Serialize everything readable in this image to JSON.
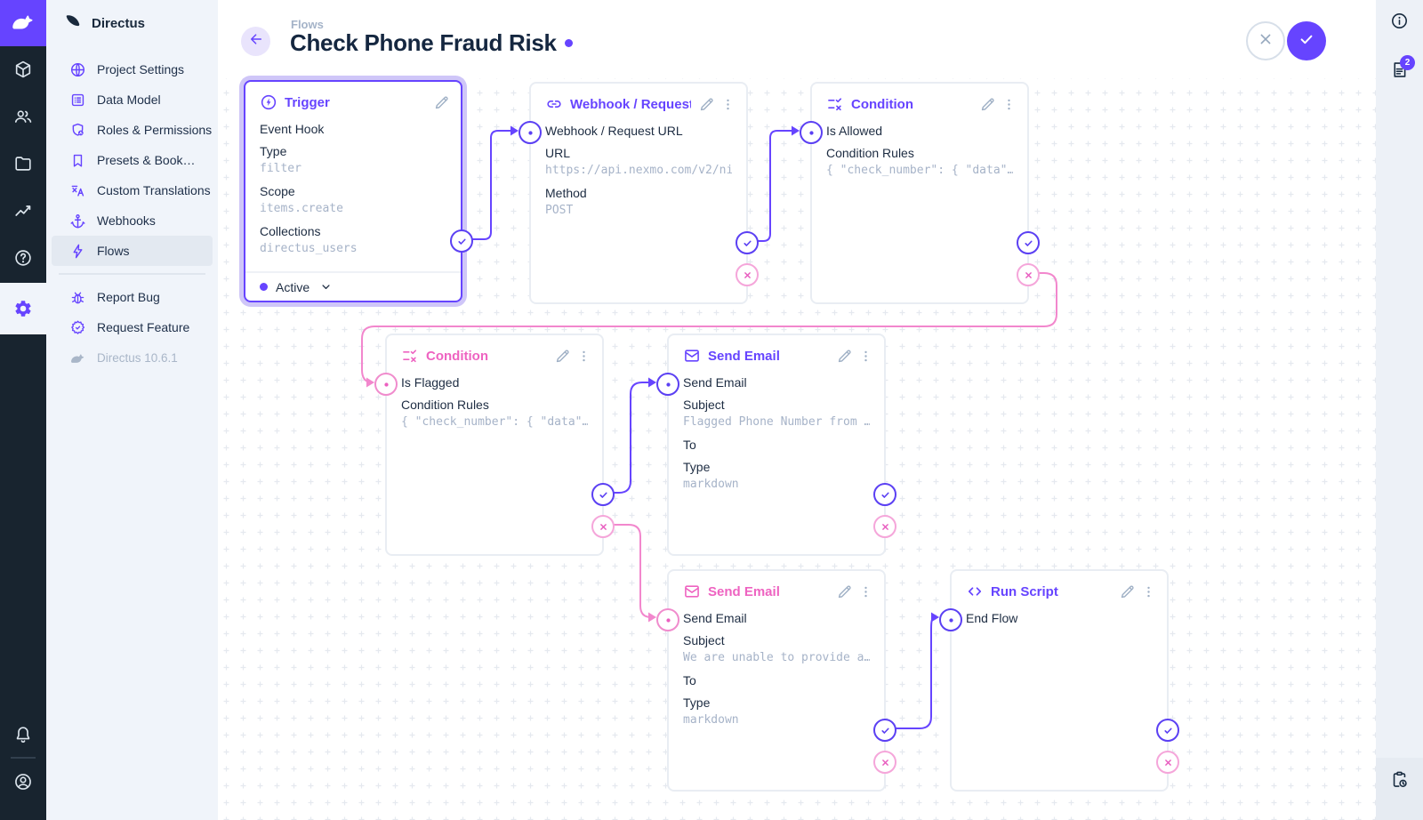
{
  "app": {
    "brand": "Directus",
    "version_label": "Directus 10.6.1"
  },
  "colors": {
    "accent": "#6644ff",
    "reject_pink": "#ee63c1",
    "module_bar_bg": "#18242f",
    "nav_bg": "#f0f4fa",
    "right_sidebar_bg": "#edf1f7",
    "canvas_bg": "#ffffff"
  },
  "nav": {
    "title": "Directus",
    "items": [
      {
        "label": "Project Settings",
        "icon": "globe-icon"
      },
      {
        "label": "Data Model",
        "icon": "list-alt-icon"
      },
      {
        "label": "Roles & Permissions",
        "icon": "shield-icon"
      },
      {
        "label": "Presets & Bookmarks",
        "icon": "bookmark-icon"
      },
      {
        "label": "Custom Translations",
        "icon": "translate-icon"
      },
      {
        "label": "Webhooks",
        "icon": "anchor-icon"
      },
      {
        "label": "Flows",
        "icon": "bolt-icon",
        "active": true
      }
    ],
    "secondary": [
      {
        "label": "Report Bug",
        "icon": "bug-icon"
      },
      {
        "label": "Request Feature",
        "icon": "seal-check-icon"
      }
    ],
    "version": "Directus 10.6.1"
  },
  "header": {
    "breadcrumb": "Flows",
    "title": "Check Phone Fraud Risk"
  },
  "right_sidebar": {
    "badge": "2"
  },
  "flow": {
    "panels": [
      {
        "type": "trigger",
        "title": "Trigger",
        "fields": [
          {
            "label": "Event Hook"
          },
          {
            "label": "Type",
            "value": "filter"
          },
          {
            "label": "Scope",
            "value": "items.create"
          },
          {
            "label": "Collections",
            "value": "directus_users"
          }
        ],
        "footer_status": "Active"
      },
      {
        "type": "webhook",
        "title": "Webhook / Request URL",
        "fields": [
          {
            "label": "Webhook / Request URL"
          },
          {
            "label": "URL",
            "value": "https://api.nexmo.com/v2/ni"
          },
          {
            "label": "Method",
            "value": "POST"
          }
        ]
      },
      {
        "type": "condition",
        "title": "Condition",
        "fields": [
          {
            "label": "Is Allowed"
          },
          {
            "label": "Condition Rules",
            "value": "{ \"check_number\": { \"data\"…"
          }
        ]
      },
      {
        "type": "condition",
        "title": "Condition",
        "fields": [
          {
            "label": "Is Flagged"
          },
          {
            "label": "Condition Rules",
            "value": "{ \"check_number\": { \"data\"…"
          }
        ]
      },
      {
        "type": "email",
        "title": "Send Email",
        "fields": [
          {
            "label": "Send Email"
          },
          {
            "label": "Subject",
            "value": "Flagged Phone Number from …"
          },
          {
            "label": "To"
          },
          {
            "label": "Type",
            "value": "markdown"
          }
        ]
      },
      {
        "type": "email",
        "title": "Send Email",
        "fields": [
          {
            "label": "Send Email"
          },
          {
            "label": "Subject",
            "value": "We are unable to provide a…"
          },
          {
            "label": "To"
          },
          {
            "label": "Type",
            "value": "markdown"
          }
        ]
      },
      {
        "type": "script",
        "title": "Run Script",
        "fields": [
          {
            "label": "End Flow"
          }
        ]
      }
    ]
  }
}
